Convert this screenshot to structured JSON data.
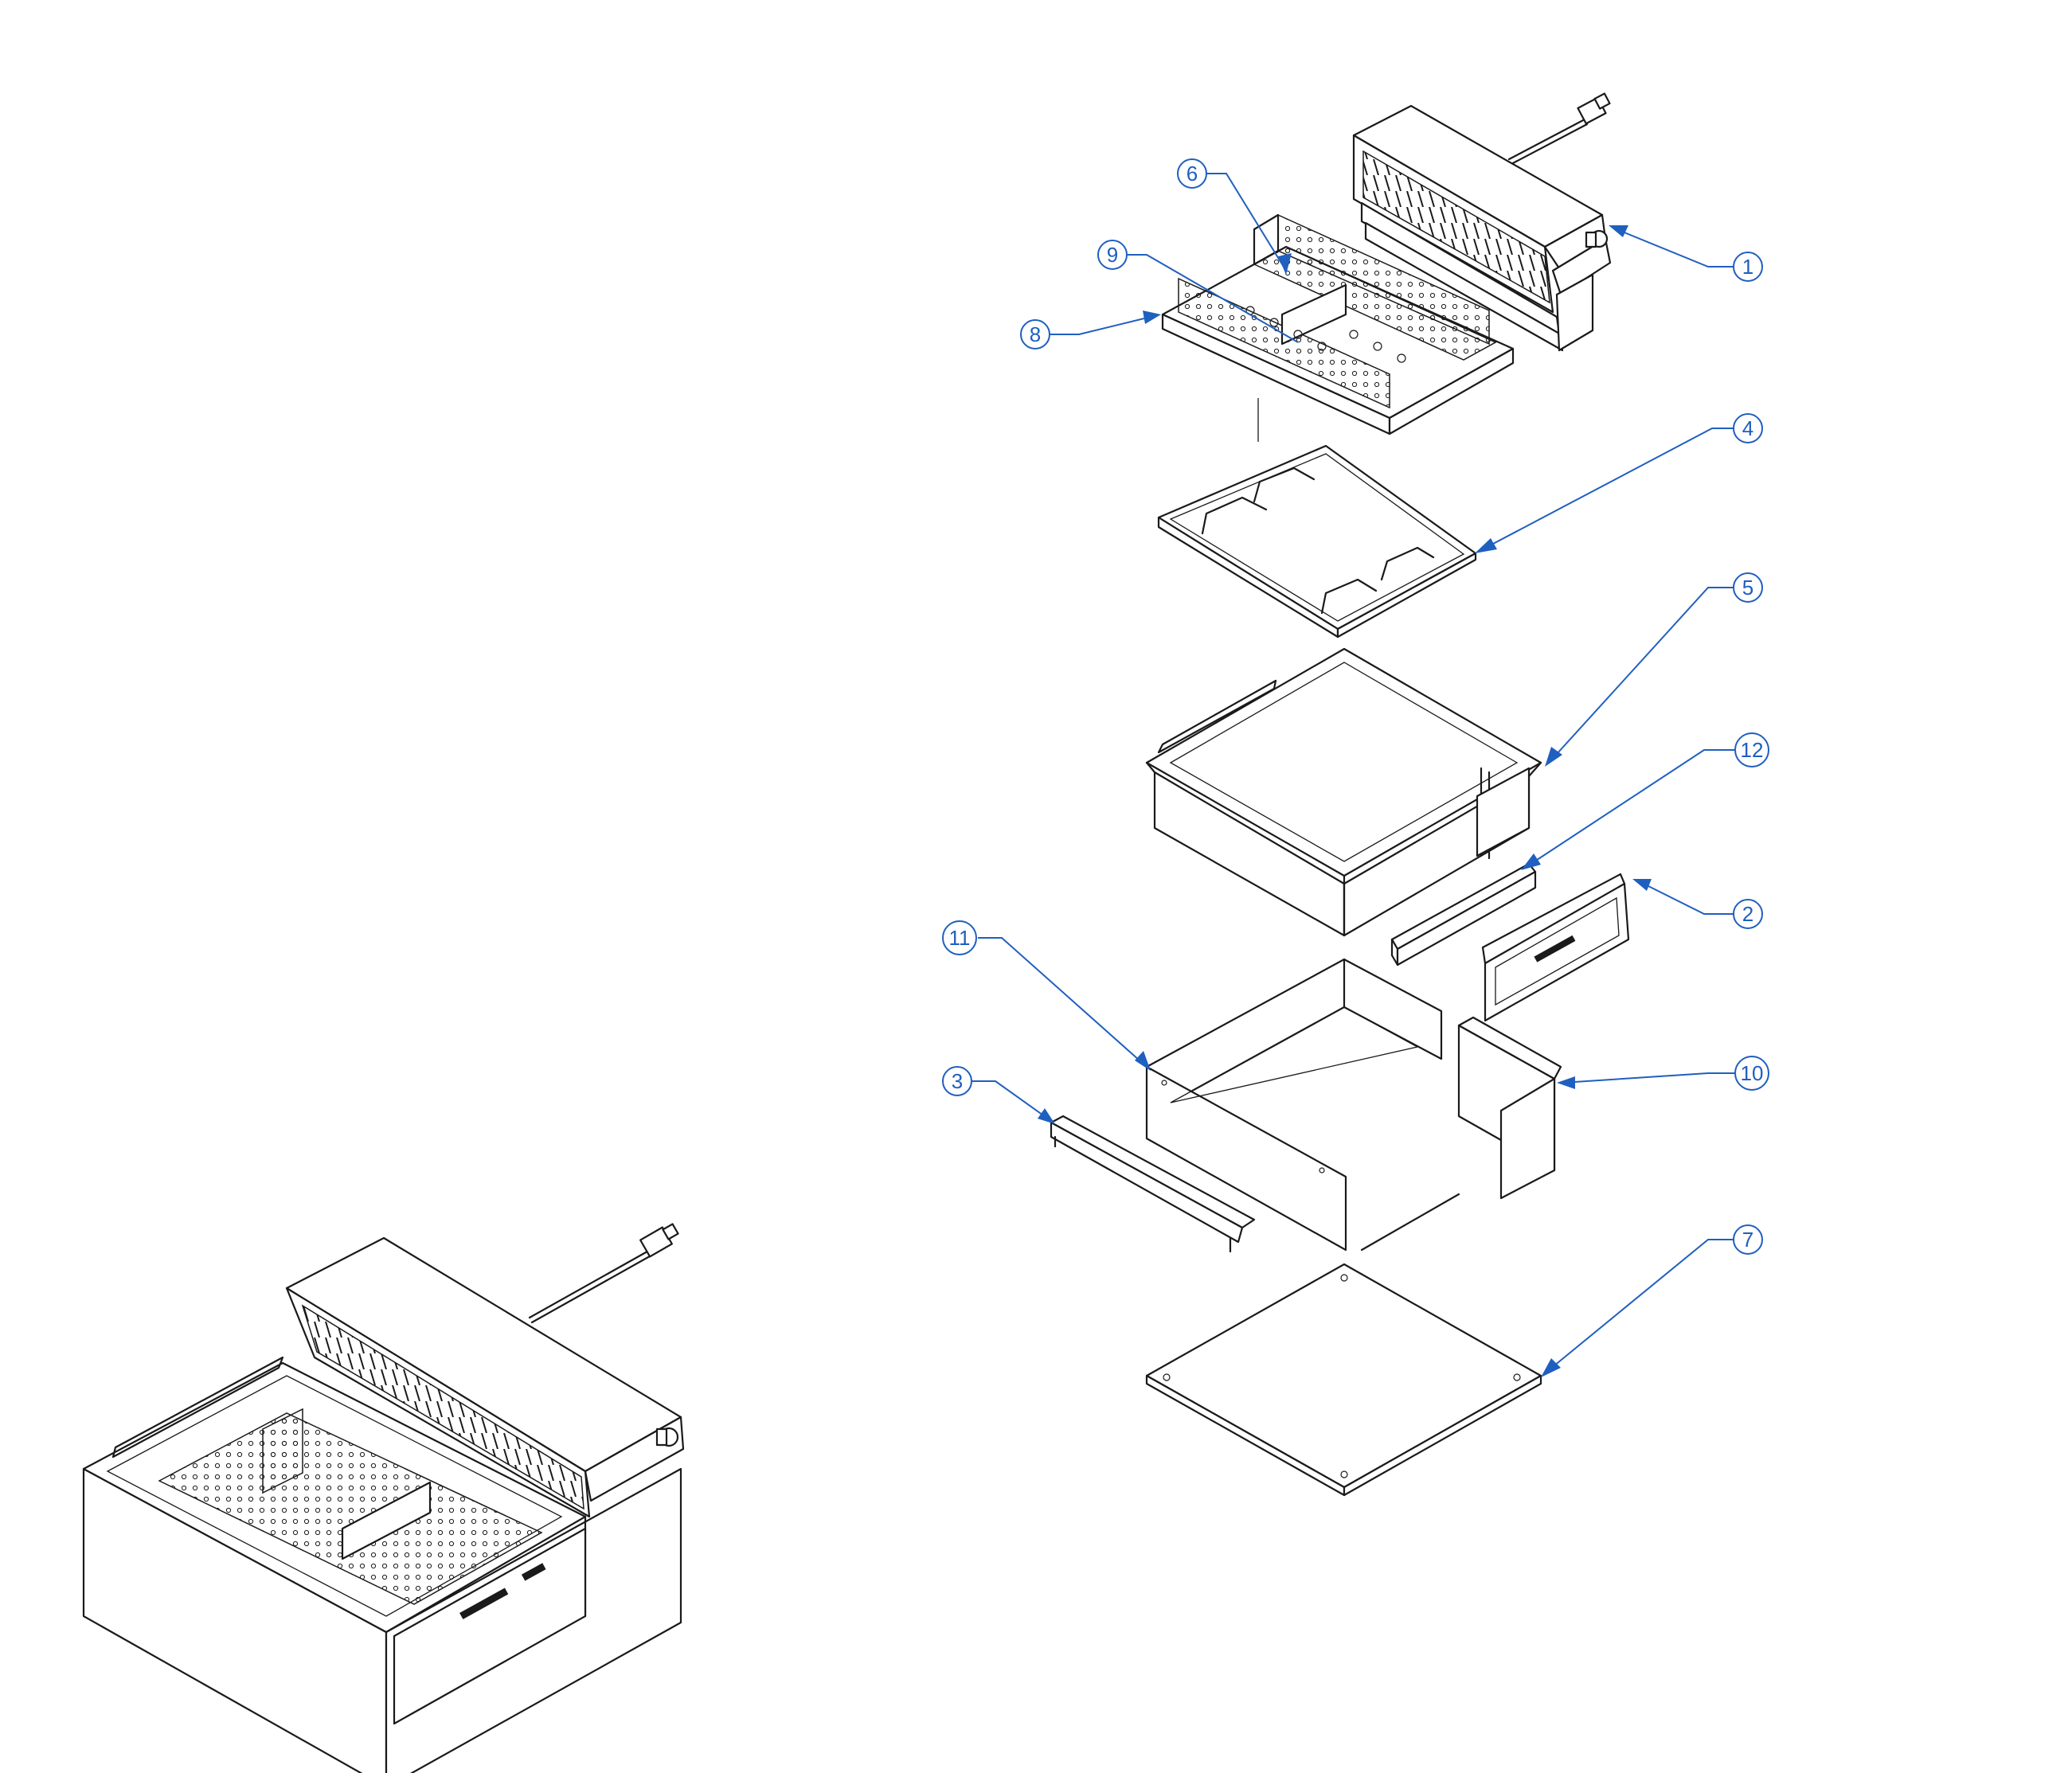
{
  "diagram": {
    "colors": {
      "line": "#1a1a1a",
      "callout": "#1f5fbf",
      "background": "#ffffff"
    },
    "callouts": [
      {
        "id": "c1",
        "label": "1"
      },
      {
        "id": "c2",
        "label": "2"
      },
      {
        "id": "c3",
        "label": "3"
      },
      {
        "id": "c4",
        "label": "4"
      },
      {
        "id": "c5",
        "label": "5"
      },
      {
        "id": "c6",
        "label": "6"
      },
      {
        "id": "c7",
        "label": "7"
      },
      {
        "id": "c8",
        "label": "8"
      },
      {
        "id": "c9",
        "label": "9"
      },
      {
        "id": "c10",
        "label": "10"
      },
      {
        "id": "c11",
        "label": "11"
      },
      {
        "id": "c12",
        "label": "12"
      }
    ]
  }
}
